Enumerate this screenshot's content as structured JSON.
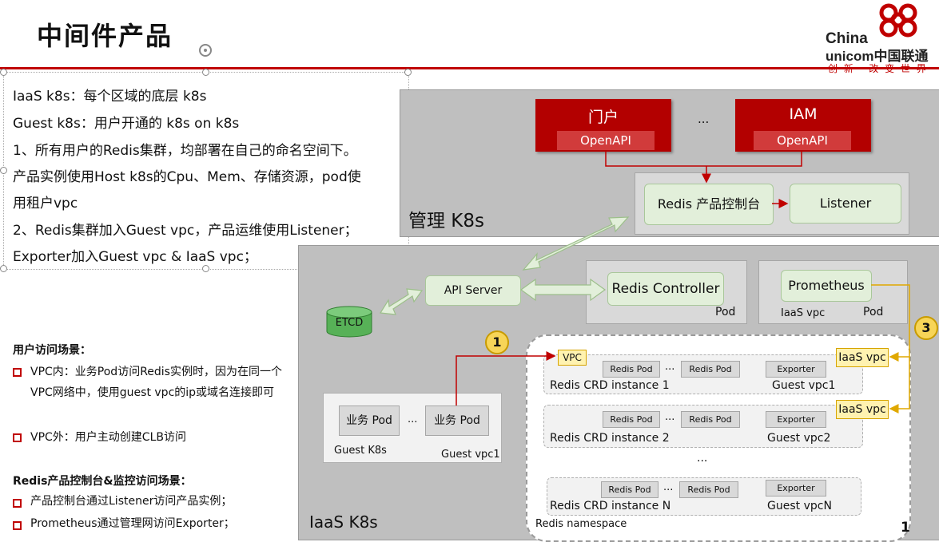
{
  "page": {
    "title": "中间件产品",
    "logo": {
      "line1": "China",
      "line2": "unicom中国联通",
      "slogan": "创 新 · 改 变 世 界"
    }
  },
  "intro": {
    "lines": [
      "IaaS k8s：每个区域的底层 k8s",
      "Guest k8s：用户开通的 k8s on k8s",
      "1、所有用户的Redis集群，均部署在自己的命名空间下。",
      "产品实例使用Host k8s的Cpu、Mem、存储资源，pod使",
      "用租户vpc",
      "2、Redis集群加入Guest vpc，产品运维使用Listener；",
      "Exporter加入Guest vpc & IaaS vpc；"
    ]
  },
  "scenarios": {
    "user_heading": "用户访问场景：",
    "user_items": [
      "VPC内：业务Pod访问Redis实例时，因为在同一个VPC网络中，使用guest vpc的ip或域名连接即可",
      "VPC外：用户主动创建CLB访问"
    ],
    "console_heading": "Redis产品控制台&监控访问场景：",
    "console_items": [
      "产品控制台通过Listener访问产品实例；",
      "Prometheus通过管理网访问Exporter；"
    ]
  },
  "diagram": {
    "mgmt_label": "管理 K8s",
    "iaas_label": "IaaS K8s",
    "portal": "门户",
    "iam": "IAM",
    "openapi": "OpenAPI",
    "ellipsis": "...",
    "console": "Redis 产品控制台",
    "listener": "Listener",
    "api_server": "API Server",
    "etcd": "ETCD",
    "redis_controller": "Redis Controller",
    "pod": "Pod",
    "prometheus": "Prometheus",
    "iaas_vpc": "IaaS vpc",
    "guest": {
      "pod": "业务 Pod",
      "ellipsis": "...",
      "k8s": "Guest K8s",
      "vpc": "Guest vpc1"
    },
    "namespace": "Redis namespace",
    "vpc_tag": "VPC",
    "redis_pod": "Redis Pod",
    "exporter": "Exporter",
    "dots": "...",
    "instances": [
      {
        "name": "Redis CRD instance 1",
        "vpc": "Guest vpc1"
      },
      {
        "name": "Redis CRD instance 2",
        "vpc": "Guest vpc2"
      },
      {
        "name": "Redis CRD instance N",
        "vpc": "Guest vpcN"
      }
    ],
    "badges": [
      "1",
      "3"
    ],
    "page_number": "1",
    "colors": {
      "red": "#b30000",
      "green": "#e2efda",
      "yellow": "#fff2b0",
      "gray": "#bfbfbf"
    }
  }
}
